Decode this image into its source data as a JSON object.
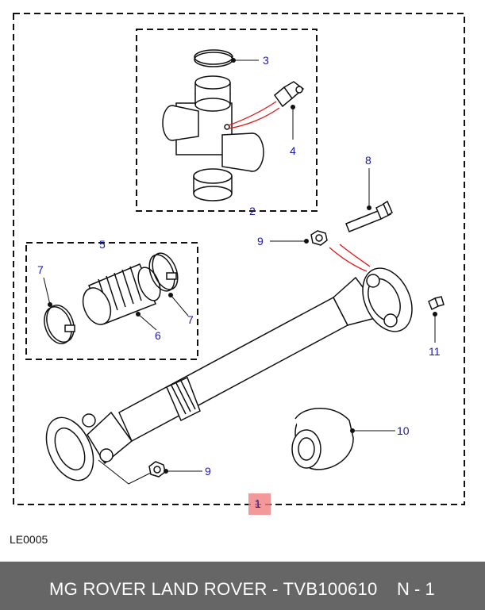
{
  "diagram": {
    "reference_code": "LE0005",
    "callouts": {
      "main_assembly": "1",
      "universal_joint_kit": "2",
      "snap_ring": "3",
      "grease_nipple_joint": "4",
      "gaiter_kit": "5",
      "gaiter": "6",
      "clip_left": "7",
      "clip_right": "7",
      "bolt": "8",
      "nut_upper": "9",
      "nut_lower": "9",
      "flange_cover": "10",
      "grease_nipple_shaft": "11"
    },
    "colors": {
      "callout_text": "#1a1aa8",
      "leader_red": "#e01818",
      "highlight_box": "#f08080",
      "footer_bg": "#666666"
    }
  },
  "footer": {
    "title": "MG ROVER LAND ROVER - TVB100610",
    "page": "N - 1"
  }
}
